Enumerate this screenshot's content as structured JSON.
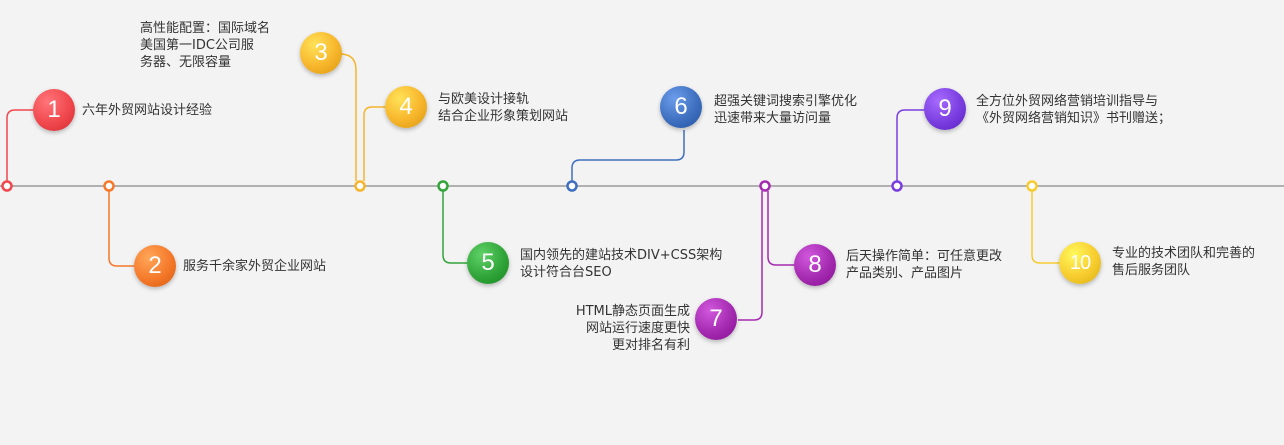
{
  "colors": {
    "axis": "#9a9a9a",
    "c1": "#f0484d",
    "c2": "#f5792b",
    "c3": "#f7b52b",
    "c4": "#f7b52b",
    "c5": "#32a53a",
    "c6": "#3f6fbf",
    "c7": "#a42bb0",
    "c8": "#a42bb0",
    "c9": "#7a3ee0",
    "c10": "#f7cc2f"
  },
  "milestones": [
    {
      "number": "1",
      "color": "#f0484d",
      "lines": [
        "六年外贸网站设计经验"
      ]
    },
    {
      "number": "2",
      "color": "#f5792b",
      "lines": [
        "服务千余家外贸企业网站"
      ]
    },
    {
      "number": "3",
      "color": "#f7b52b",
      "lines": [
        "高性能配置：国际域名",
        "美国第一IDC公司服",
        "务器、无限容量"
      ]
    },
    {
      "number": "4",
      "color": "#f7b52b",
      "lines": [
        "与欧美设计接轨",
        "结合企业形象策划网站"
      ]
    },
    {
      "number": "5",
      "color": "#32a53a",
      "lines": [
        "国内领先的建站技术DIV+CSS架构",
        "设计符合台SEO"
      ]
    },
    {
      "number": "6",
      "color": "#3f6fbf",
      "lines": [
        "超强关键词搜索引擎优化",
        "迅速带来大量访问量"
      ]
    },
    {
      "number": "7",
      "color": "#a42bb0",
      "lines": [
        "HTML静态页面生成",
        "网站运行速度更快",
        "更对排名有利"
      ]
    },
    {
      "number": "8",
      "color": "#a42bb0",
      "lines": [
        "后天操作简单：可任意更改",
        "产品类别、产品图片"
      ]
    },
    {
      "number": "9",
      "color": "#7a3ee0",
      "lines": [
        "全方位外贸网络营销培训指导与",
        "《外贸网络营销知识》书刊赠送；"
      ]
    },
    {
      "number": "10",
      "color": "#f7cc2f",
      "lines": [
        "专业的技术团队和完善的",
        "售后服务团队"
      ]
    }
  ]
}
